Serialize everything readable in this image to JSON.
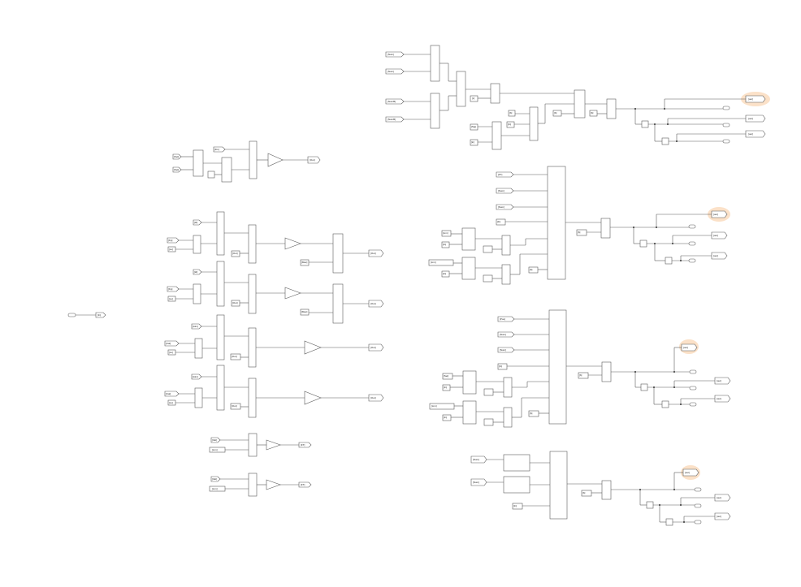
{
  "diagram": {
    "title": "",
    "highlight_color": "#f4a460",
    "line_color": "#5a5a5a",
    "labels": {
      "src_left": "[In]",
      "a1": "[Set]",
      "a2": "[Set]",
      "a3": "[Fix]",
      "a4": "[Out]",
      "b1": "[Id]",
      "b2": "[Kp]",
      "b3": "[Lo]",
      "b4": "[Out]",
      "b5": "[Max]",
      "c1": "[Id]",
      "c2": "[Kp]",
      "c3": "[Lo]",
      "c4": "[Out]",
      "d1": "[Aim]",
      "d2": "[Cal]",
      "d3": "[Lo]",
      "d4": "[Out]",
      "e1": "[Aim]",
      "e2": "[Cal]",
      "e3": "[Lo]",
      "e4": "[Out]",
      "f1": "[Val]",
      "f2": "[Lim]",
      "f3": "[FT]",
      "g1": "[Val]",
      "g2": "[Lim]",
      "g3": "[FT]",
      "r1_1": "[Num]",
      "r1_2": "[Num]",
      "r1_3": "[NumB]",
      "r1_4": "[NumB]",
      "r1_5": "[c]",
      "r1_6": "[b]",
      "r1_7": "[Sig]",
      "r1_8": "[in]",
      "r1_9": "[In]",
      "r2_1": "[FT]",
      "r2_2": "[Num]",
      "r2_3": "[Num]",
      "r2_4": "[In]",
      "r2_5": "[Lim]",
      "r2_6": "[In]",
      "r2_7": "[Lim]",
      "r2_8": "[In]",
      "r3_1": "[Pos]",
      "r3_2": "[Num]",
      "r3_3": "[Num]",
      "r3_4": "[In]",
      "r3_5": "[Set]",
      "r3_6": "[In]",
      "r3_7": "[Lim]",
      "r3_8": "[In]",
      "r4_1": "[Num]",
      "r4_2": "[Num]",
      "r4_3": "[In]",
      "o1": "[out]",
      "o2": "[out]",
      "o3": "[out]",
      "o4": "[out]",
      "o5": "[out]",
      "o6": "[out]",
      "o7": "[out]",
      "o8": "[out]",
      "o9": "[out]"
    }
  }
}
